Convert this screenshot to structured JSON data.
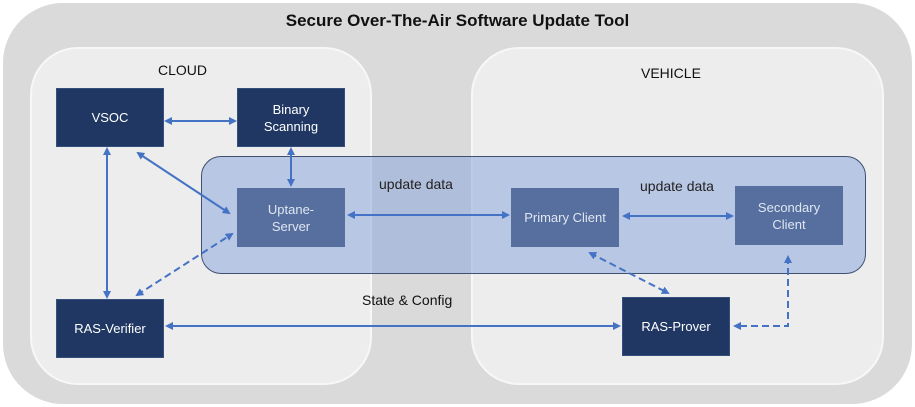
{
  "title": "Secure Over-The-Air Software Update Tool",
  "zones": {
    "cloud": "CLOUD",
    "vehicle": "VEHICLE"
  },
  "nodes": {
    "vsoc": "VSOC",
    "binary_scanning": "Binary Scanning",
    "uptane_server": "Uptane-Server",
    "primary_client": "Primary Client",
    "secondary_client": "Secondary Client",
    "ras_verifier": "RAS-Verifier",
    "ras_prover": "RAS-Prover"
  },
  "edge_labels": {
    "server_primary": "update data",
    "primary_secondary": "update data",
    "verifier_prover": "State & Config"
  },
  "colors": {
    "dark_node": "#1f3762",
    "mid_node": "#566f9f",
    "arrow": "#4472c4",
    "band": "#b8c8e4"
  }
}
